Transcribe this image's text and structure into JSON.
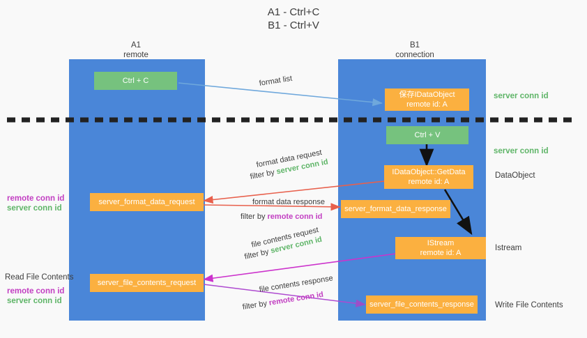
{
  "title": {
    "line1": "A1 - Ctrl+C",
    "line2": "B1 - Ctrl+V"
  },
  "columns": [
    {
      "name": "A1",
      "sub": "remote"
    },
    {
      "name": "B1",
      "sub": "connection"
    }
  ],
  "colors": {
    "lane": "#4a86d8",
    "orange": "#fbb040",
    "green": "#76c27e",
    "green_text": "#5fb568",
    "purple_text": "#c23fc2",
    "blue_arrow": "#6fa8dc",
    "red_arrow": "#e8604c",
    "magenta_arrow": "#cc33cc",
    "purple_arrow": "#9b4fc8",
    "black_arrow": "#111111",
    "divider": "#222222",
    "background": "#f9f9f9"
  },
  "nodes": {
    "ctrl_c": {
      "line1": "Ctrl + C"
    },
    "ctrl_v": {
      "line1": "Ctrl + V"
    },
    "save_dataobject": {
      "line1": "保存IDataObject",
      "line2": "remote id: A"
    },
    "get_data": {
      "line1": "IDataObject::GetData",
      "line2": "remote id: A"
    },
    "istream": {
      "line1": "IStream",
      "line2": "remote id: A"
    },
    "format_data_request": {
      "line1": "server_format_data_request"
    },
    "format_data_response": {
      "line1": "server_format_data_response"
    },
    "file_contents_request": {
      "line1": "server_file_contents_request"
    },
    "file_contents_response": {
      "line1": "server_file_contents_response"
    }
  },
  "edge_labels": {
    "format_list": "format list",
    "format_data_request": "format data request",
    "format_data_request_filter_prefix": "filter by ",
    "format_data_request_filter_value": "server conn id",
    "format_data_response": "format data response",
    "format_data_response_filter_prefix": "filter by ",
    "format_data_response_filter_value": "remote conn id",
    "file_contents_request": "file contents request",
    "file_contents_request_filter_prefix": "filter by ",
    "file_contents_request_filter_value": "server conn id",
    "file_contents_response": "file contents response",
    "file_contents_response_filter_prefix": "filter by ",
    "file_contents_response_filter_value": "remote conn id"
  },
  "left_labels": {
    "conn_remote_1": "remote conn id",
    "conn_server_1": "server conn id",
    "read_file_contents": "Read File Contents",
    "conn_remote_2": "remote conn id",
    "conn_server_2": "server conn id"
  },
  "right_labels": {
    "server_conn_top": "server conn id",
    "server_conn_mid": "server conn id",
    "dataobject": "DataObject",
    "istream": "Istream",
    "write_file_contents": "Write File Contents"
  }
}
